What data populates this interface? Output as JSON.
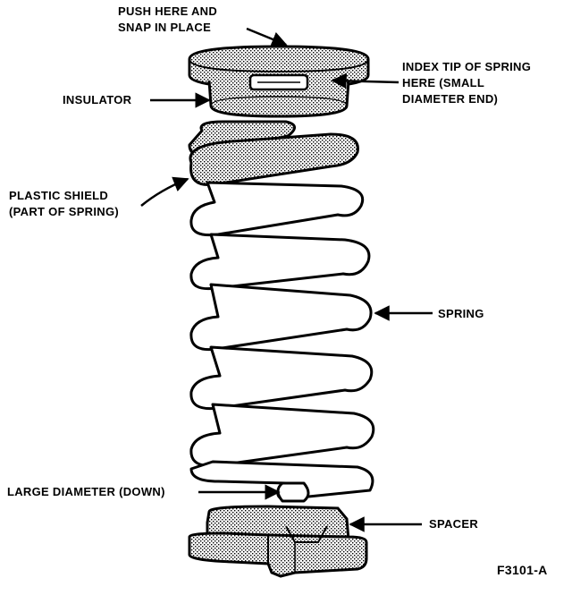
{
  "labels": {
    "push_here_line1": "PUSH HERE AND",
    "push_here_line2": "SNAP IN PLACE",
    "insulator": "INSULATOR",
    "index_tip_line1": "INDEX TIP OF SPRING",
    "index_tip_line2": "HERE (SMALL",
    "index_tip_line3": "DIAMETER END)",
    "plastic_shield_line1": "PLASTIC SHIELD",
    "plastic_shield_line2": "(PART OF SPRING)",
    "spring": "SPRING",
    "large_diameter": "LARGE DIAMETER (DOWN)",
    "spacer": "SPACER",
    "figure_id": "F3101-A"
  },
  "colors": {
    "ink": "#000000",
    "paper": "#ffffff",
    "stipple": "#9a9a9a"
  }
}
